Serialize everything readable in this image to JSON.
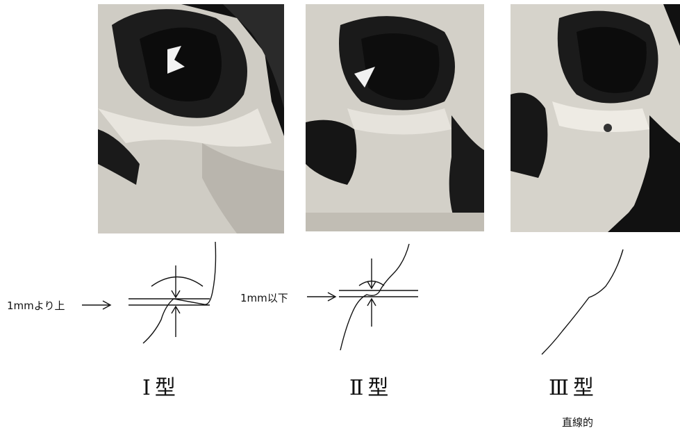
{
  "photos": [
    {
      "type": "type-1"
    },
    {
      "type": "type-2"
    },
    {
      "type": "type-3"
    }
  ],
  "annotations": {
    "above_1mm": "1mmより上",
    "below_1mm": "1mm以下"
  },
  "types": {
    "type_1": "Ⅰ型",
    "type_2": "Ⅱ型",
    "type_3": "Ⅲ型"
  },
  "type_3_note": "直線的",
  "colors": {
    "ink": "#111111",
    "photo_bg": "#000000",
    "bone": "#d9d6cf"
  }
}
